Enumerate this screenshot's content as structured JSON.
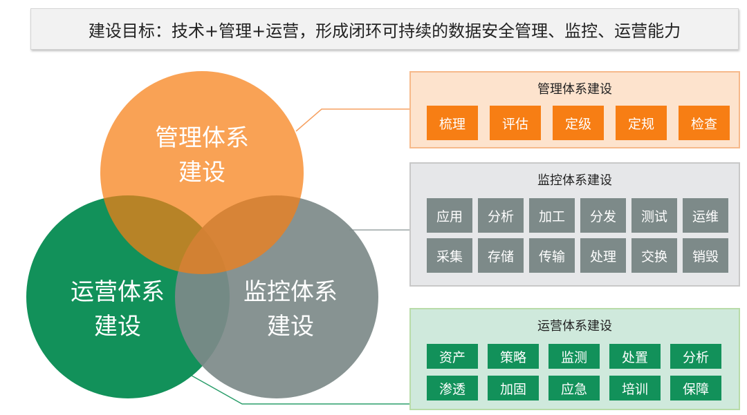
{
  "title": "建设目标：技术+管理+运营，形成闭环可持续的数据安全管理、监控、运营能力",
  "circles": {
    "management": {
      "line1": "管理体系",
      "line2": "建设",
      "color": "#f77e14"
    },
    "operations": {
      "line1": "运营体系",
      "line2": "建设",
      "color": "#12915a"
    },
    "monitoring": {
      "line1": "监控体系",
      "line2": "建设",
      "color": "#7d8a89"
    }
  },
  "panels": {
    "management": {
      "title": "管理体系建设",
      "items": [
        "梳理",
        "评估",
        "定级",
        "定规",
        "检查"
      ]
    },
    "monitoring": {
      "title": "监控体系建设",
      "items": [
        "应用",
        "分析",
        "加工",
        "分发",
        "测试",
        "运维",
        "采集",
        "存储",
        "传输",
        "处理",
        "交换",
        "销毁"
      ]
    },
    "operations": {
      "title": "运营体系建设",
      "items": [
        "资产",
        "策略",
        "监测",
        "处置",
        "分析",
        "渗透",
        "加固",
        "应急",
        "培训",
        "保障"
      ]
    }
  }
}
